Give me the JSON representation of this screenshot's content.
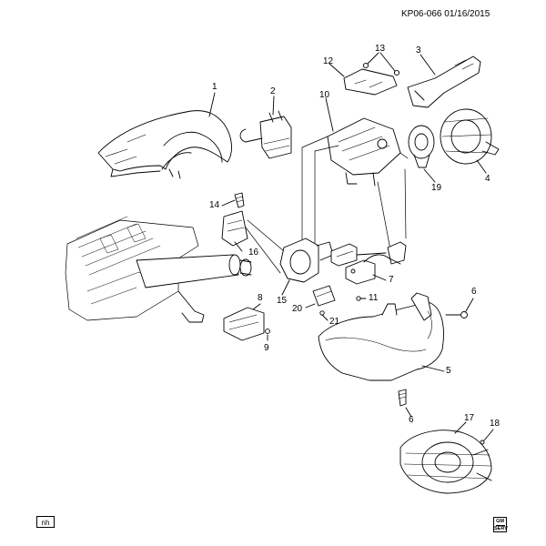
{
  "header": {
    "ref_code": "KP06-066 01/16/2015"
  },
  "footer": {
    "code": "nh",
    "logo_text": "GM",
    "logo_subtext": "SERV"
  },
  "callouts": [
    {
      "id": "1",
      "text": "1"
    },
    {
      "id": "2",
      "text": "2"
    },
    {
      "id": "3",
      "text": "3"
    },
    {
      "id": "4",
      "text": "4"
    },
    {
      "id": "5",
      "text": "5"
    },
    {
      "id": "6a",
      "text": "6"
    },
    {
      "id": "6b",
      "text": "6"
    },
    {
      "id": "7",
      "text": "7"
    },
    {
      "id": "8",
      "text": "8"
    },
    {
      "id": "9",
      "text": "9"
    },
    {
      "id": "10",
      "text": "10"
    },
    {
      "id": "11",
      "text": "11"
    },
    {
      "id": "12",
      "text": "12"
    },
    {
      "id": "13",
      "text": "13"
    },
    {
      "id": "14",
      "text": "14"
    },
    {
      "id": "15",
      "text": "15"
    },
    {
      "id": "16",
      "text": "16"
    },
    {
      "id": "17",
      "text": "17"
    },
    {
      "id": "18",
      "text": "18"
    },
    {
      "id": "19",
      "text": "19"
    },
    {
      "id": "20",
      "text": "20"
    },
    {
      "id": "21",
      "text": "21"
    }
  ]
}
